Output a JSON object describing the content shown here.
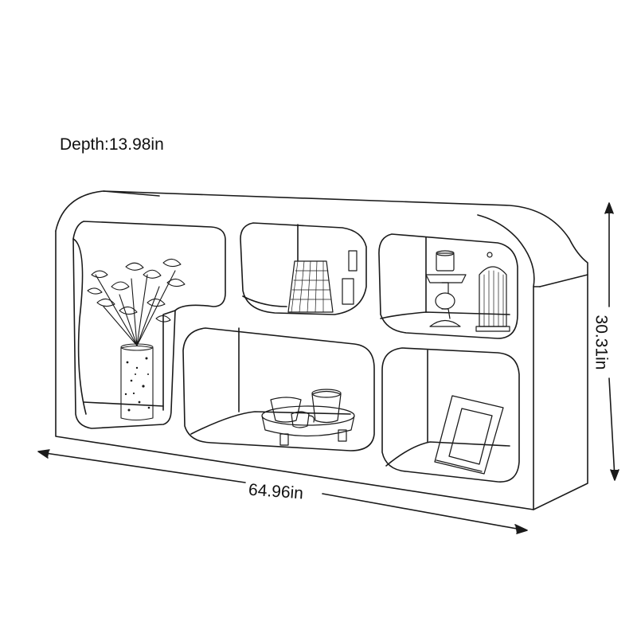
{
  "dimensions": {
    "depth_label": "Depth:13.98in",
    "width_label": "64.96in",
    "height_label": "30.31in"
  },
  "colors": {
    "line": "#1a1a1a",
    "background": "#ffffff"
  },
  "items": [
    {
      "name": "vase-with-plant",
      "compartment": "left-tall"
    },
    {
      "name": "woven-lantern",
      "compartment": "top-middle"
    },
    {
      "name": "candle-holder",
      "compartment": "top-right"
    },
    {
      "name": "birdcage-lantern",
      "compartment": "top-right"
    },
    {
      "name": "tray-with-cups",
      "compartment": "bottom-middle"
    },
    {
      "name": "picture-frame",
      "compartment": "bottom-right"
    }
  ]
}
